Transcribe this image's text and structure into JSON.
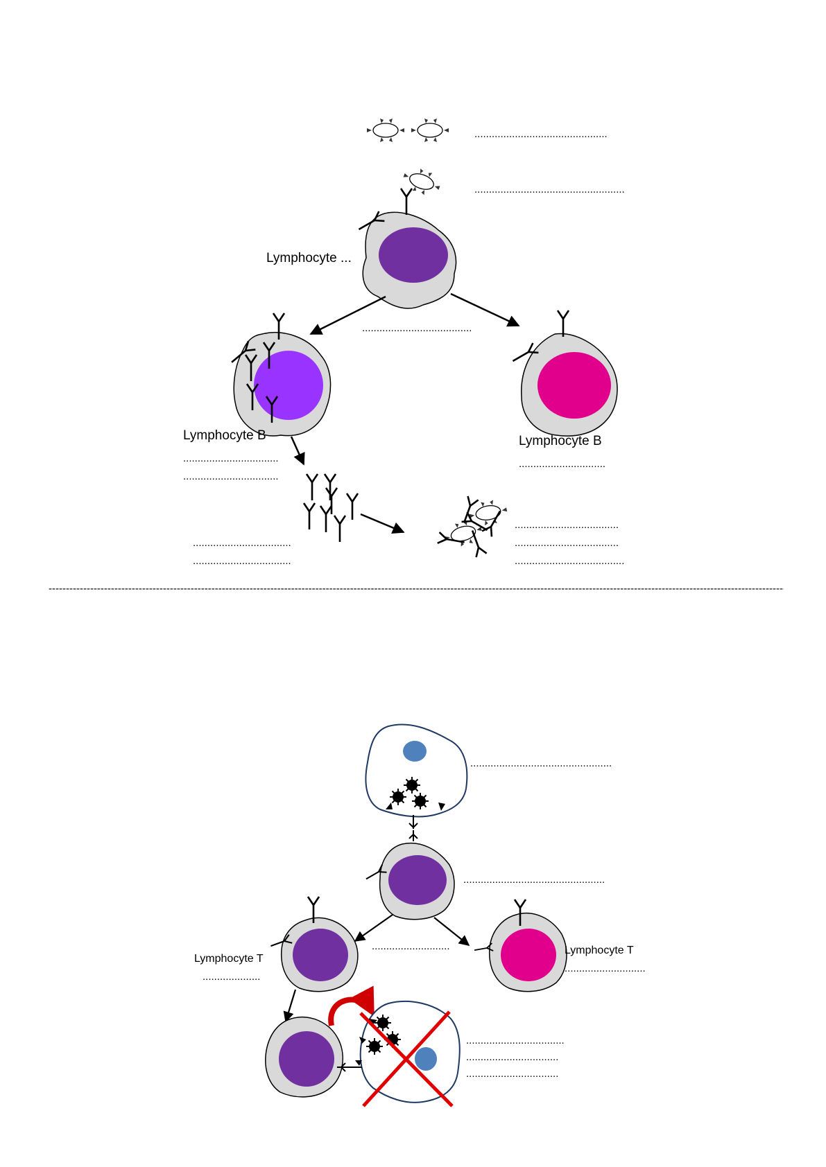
{
  "humoral": {
    "antigen_blank": "..............................................",
    "binding_blank": "....................................................",
    "naive_label": "Lymphocyte ...",
    "division_blank": "......................................",
    "effector_label": "Lymphocyte B",
    "effector_blank_1": ".................................",
    "effector_blank_2": ".................................",
    "memory_label": "Lymphocyte B",
    "memory_blank": "..............................",
    "antibodies_blank_1": "..................................",
    "antibodies_blank_2": "..................................",
    "complex_blank_1": "....................................",
    "complex_blank_2": "....................................",
    "complex_blank_3": "......................................"
  },
  "section_separator": "------------------------------------------------------------------------------------------------------------------------------------------------------------------------------------------------------------------------------------------------------------------------------------",
  "cellular": {
    "infected_cell_blank": ".................................................",
    "naive_blank": ".................................................",
    "division_blank": "...........................",
    "cytotoxic_label": "Lymphocyte T",
    "cytotoxic_blank": "....................",
    "memory_label": "Lymphocyte T",
    "memory_blank": "............................",
    "lysis_blank_1": "..................................",
    "lysis_blank_2": "................................",
    "lysis_blank_3": "................................"
  },
  "colors": {
    "cell_cytoplasm": "#d9d9d9",
    "naive_nucleus": "#7030a0",
    "plasmocyte_nucleus": "#9933ff",
    "memory_nucleus": "#e0008c",
    "infected_nucleus": "#4f81bd",
    "infected_outline": "#1f3864",
    "kill_cross": "#e00000",
    "attack_arrow": "#d00000"
  }
}
